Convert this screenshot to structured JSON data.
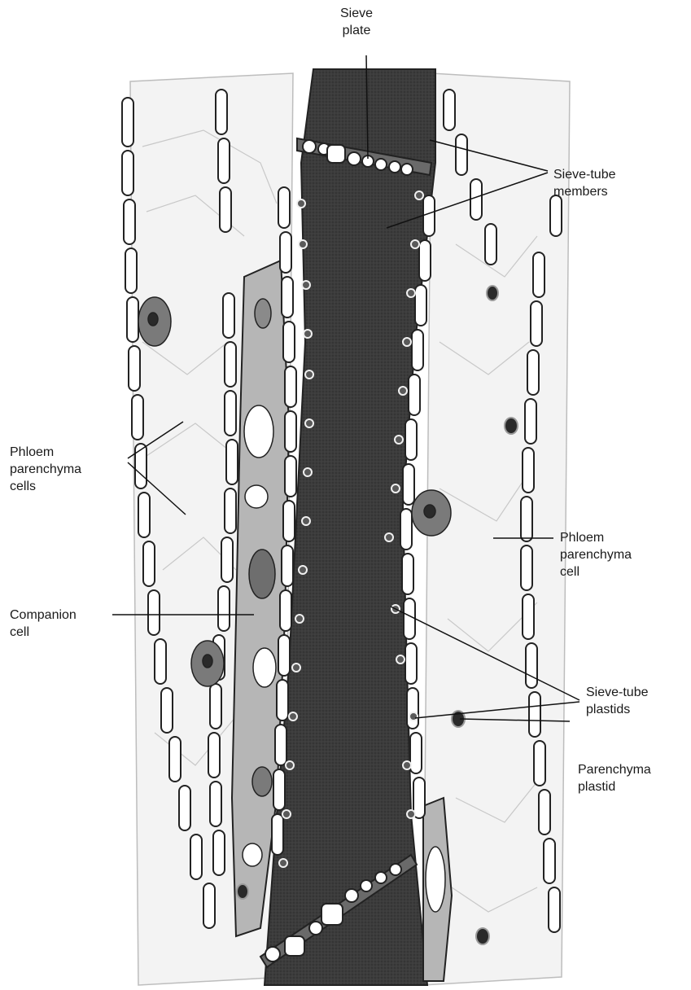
{
  "labels": {
    "sieve_plate": [
      "Sieve",
      "plate"
    ],
    "sieve_tube_members": [
      "Sieve-tube",
      "members"
    ],
    "phloem_parenchyma_cells": [
      "Phloem",
      "parenchyma",
      "cells"
    ],
    "phloem_parenchyma_cell": [
      "Phloem",
      "parenchyma",
      "cell"
    ],
    "companion_cell": [
      "Companion",
      "cell"
    ],
    "sieve_tube_plastids": [
      "Sieve-tube",
      "plastids"
    ],
    "parenchyma_plastid": [
      "Parenchyma",
      "plastid"
    ]
  },
  "colors": {
    "sieve_tube": "#3a3a3a",
    "wall": "#ffffff",
    "outline": "#222222",
    "companion": "#b8b8b8",
    "parenchyma": "#f2f2f2",
    "plastid": "#4a4a4a"
  }
}
